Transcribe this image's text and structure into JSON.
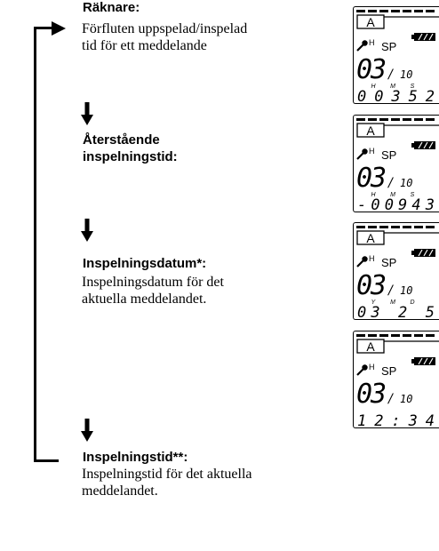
{
  "sections": [
    {
      "heading": "Räknare:",
      "description": "Förfluten uppspelad/inspelad tid för ett meddelande",
      "description_lines": [
        "Förfluten uppspelad/inspelad",
        "tid för ett meddelande"
      ]
    },
    {
      "heading": "Återstående inspelningstid:",
      "heading_lines": [
        "Återstående",
        "inspelningstid:"
      ],
      "description": ""
    },
    {
      "heading": "Inspelningsdatum*:",
      "description": "Inspelningsdatum för det aktuella meddelandet.",
      "description_lines": [
        "Inspelningsdatum för det",
        "aktuella meddelandet."
      ]
    },
    {
      "heading": "Inspelningstid**:",
      "description": "Inspelningstid för det aktuella meddelandet.",
      "description_lines": [
        "Inspelningstid för det aktuella",
        "meddelandet."
      ]
    }
  ],
  "displays": [
    {
      "folder": "A",
      "mode": "SP",
      "mic_label": "H",
      "message": "03",
      "total": "10",
      "unit_labels": [
        "H",
        "M",
        "S"
      ],
      "bottom": "00352"
    },
    {
      "folder": "A",
      "mode": "SP",
      "mic_label": "H",
      "message": "03",
      "total": "10",
      "unit_labels": [
        "H",
        "M",
        "S"
      ],
      "bottom": "-00943"
    },
    {
      "folder": "A",
      "mode": "SP",
      "mic_label": "H",
      "message": "03",
      "total": "10",
      "unit_labels": [
        "Y",
        "M",
        "D"
      ],
      "bottom": "03 2 5"
    },
    {
      "folder": "A",
      "mode": "SP",
      "mic_label": "H",
      "message": "03",
      "total": "10",
      "unit_labels": [],
      "bottom": "12:34"
    }
  ]
}
